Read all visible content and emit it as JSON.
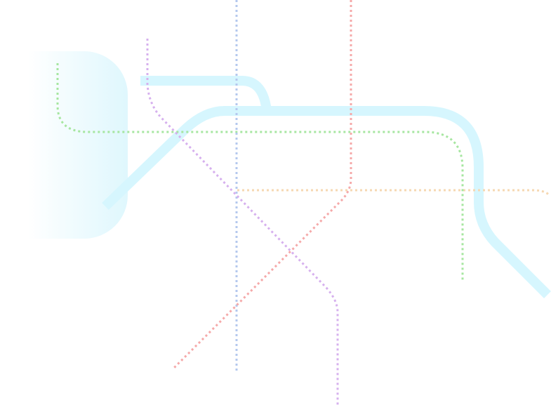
{
  "map": {
    "type": "transit-line-map",
    "text_labels": [],
    "highlight_area": {
      "fill_color": "#dff7fd",
      "fade_color": "#ffffff"
    },
    "lines": [
      {
        "id": "cyan-line",
        "style": "solid",
        "color": "#d6f6fe"
      },
      {
        "id": "blue-line",
        "style": "dotted",
        "color": "#b4c8ee"
      },
      {
        "id": "red-line",
        "style": "dotted",
        "color": "#f5a9a9"
      },
      {
        "id": "purple-line",
        "style": "dotted",
        "color": "#d6b0ee"
      },
      {
        "id": "green-line",
        "style": "dotted",
        "color": "#a6e6a0"
      },
      {
        "id": "orange-line",
        "style": "dotted",
        "color": "#f6d8b2"
      }
    ]
  }
}
